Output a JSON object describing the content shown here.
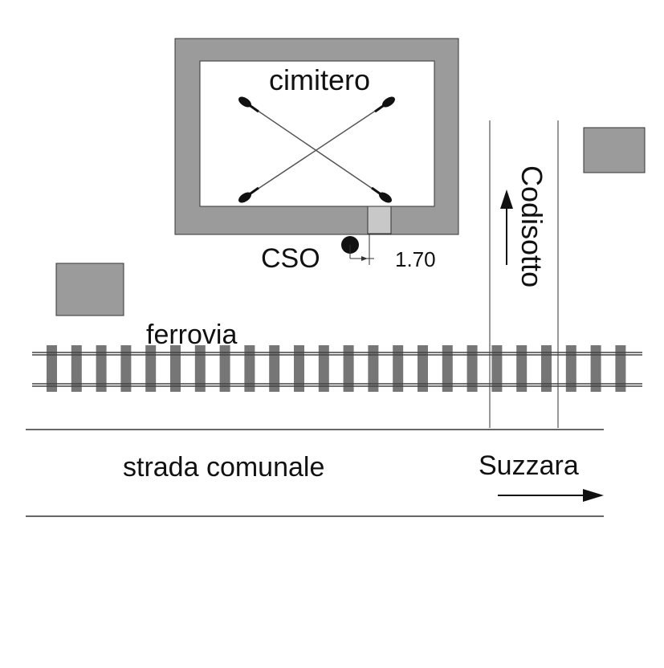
{
  "labels": {
    "cemetery": "cimitero",
    "cso": "CSO",
    "distance": "1.70",
    "railway": "ferrovia",
    "side_road": "Codisotto",
    "main_road": "strada comunale",
    "direction": "Suzzara"
  },
  "colors": {
    "building_fill": "#9b9b9b",
    "cemetery_wall": "#9b9b9b",
    "outlet_box": "#c8c8c8",
    "line": "#222222",
    "sleeper": "#767676"
  },
  "icons": {
    "cross": "crossed-torches-icon",
    "outlet": "cso-outlet-dot",
    "direction_arrow": "arrow-right-icon",
    "side_arrow": "arrow-up-icon"
  }
}
